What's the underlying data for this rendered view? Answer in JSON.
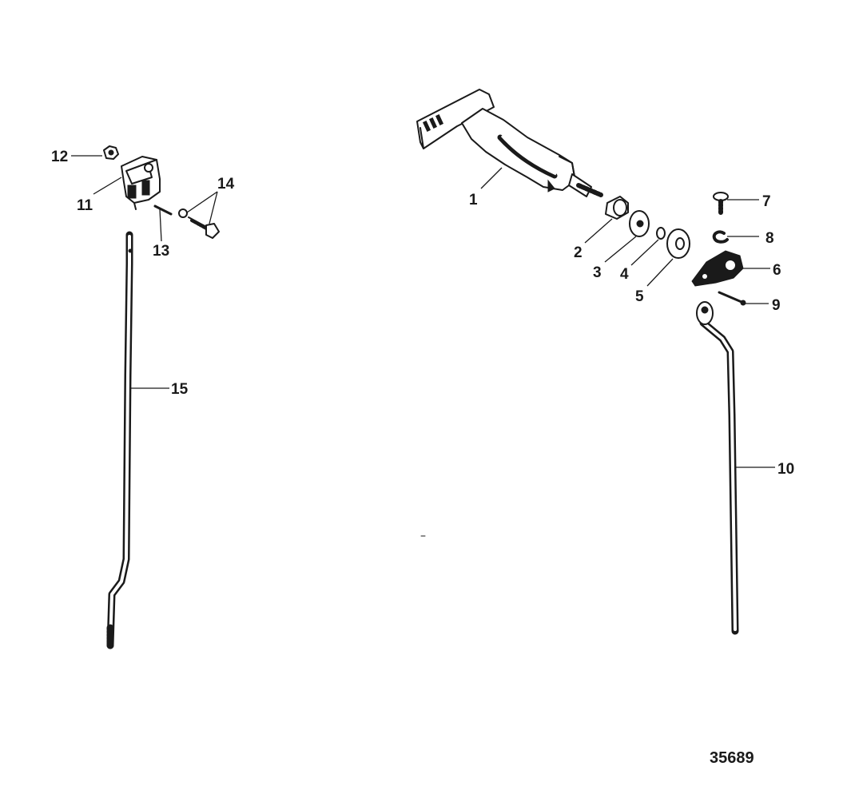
{
  "callouts": [
    {
      "id": "1",
      "label": "1"
    },
    {
      "id": "2",
      "label": "2"
    },
    {
      "id": "3",
      "label": "3"
    },
    {
      "id": "4",
      "label": "4"
    },
    {
      "id": "5",
      "label": "5"
    },
    {
      "id": "6",
      "label": "6"
    },
    {
      "id": "7",
      "label": "7"
    },
    {
      "id": "8",
      "label": "8"
    },
    {
      "id": "9",
      "label": "9"
    },
    {
      "id": "10",
      "label": "10"
    },
    {
      "id": "11",
      "label": "11"
    },
    {
      "id": "12",
      "label": "12"
    },
    {
      "id": "13",
      "label": "13"
    },
    {
      "id": "14",
      "label": "14"
    },
    {
      "id": "15",
      "label": "15"
    }
  ],
  "drawing_number": "35689",
  "colors": {
    "ink": "#1a1a1a",
    "paper": "#ffffff"
  }
}
